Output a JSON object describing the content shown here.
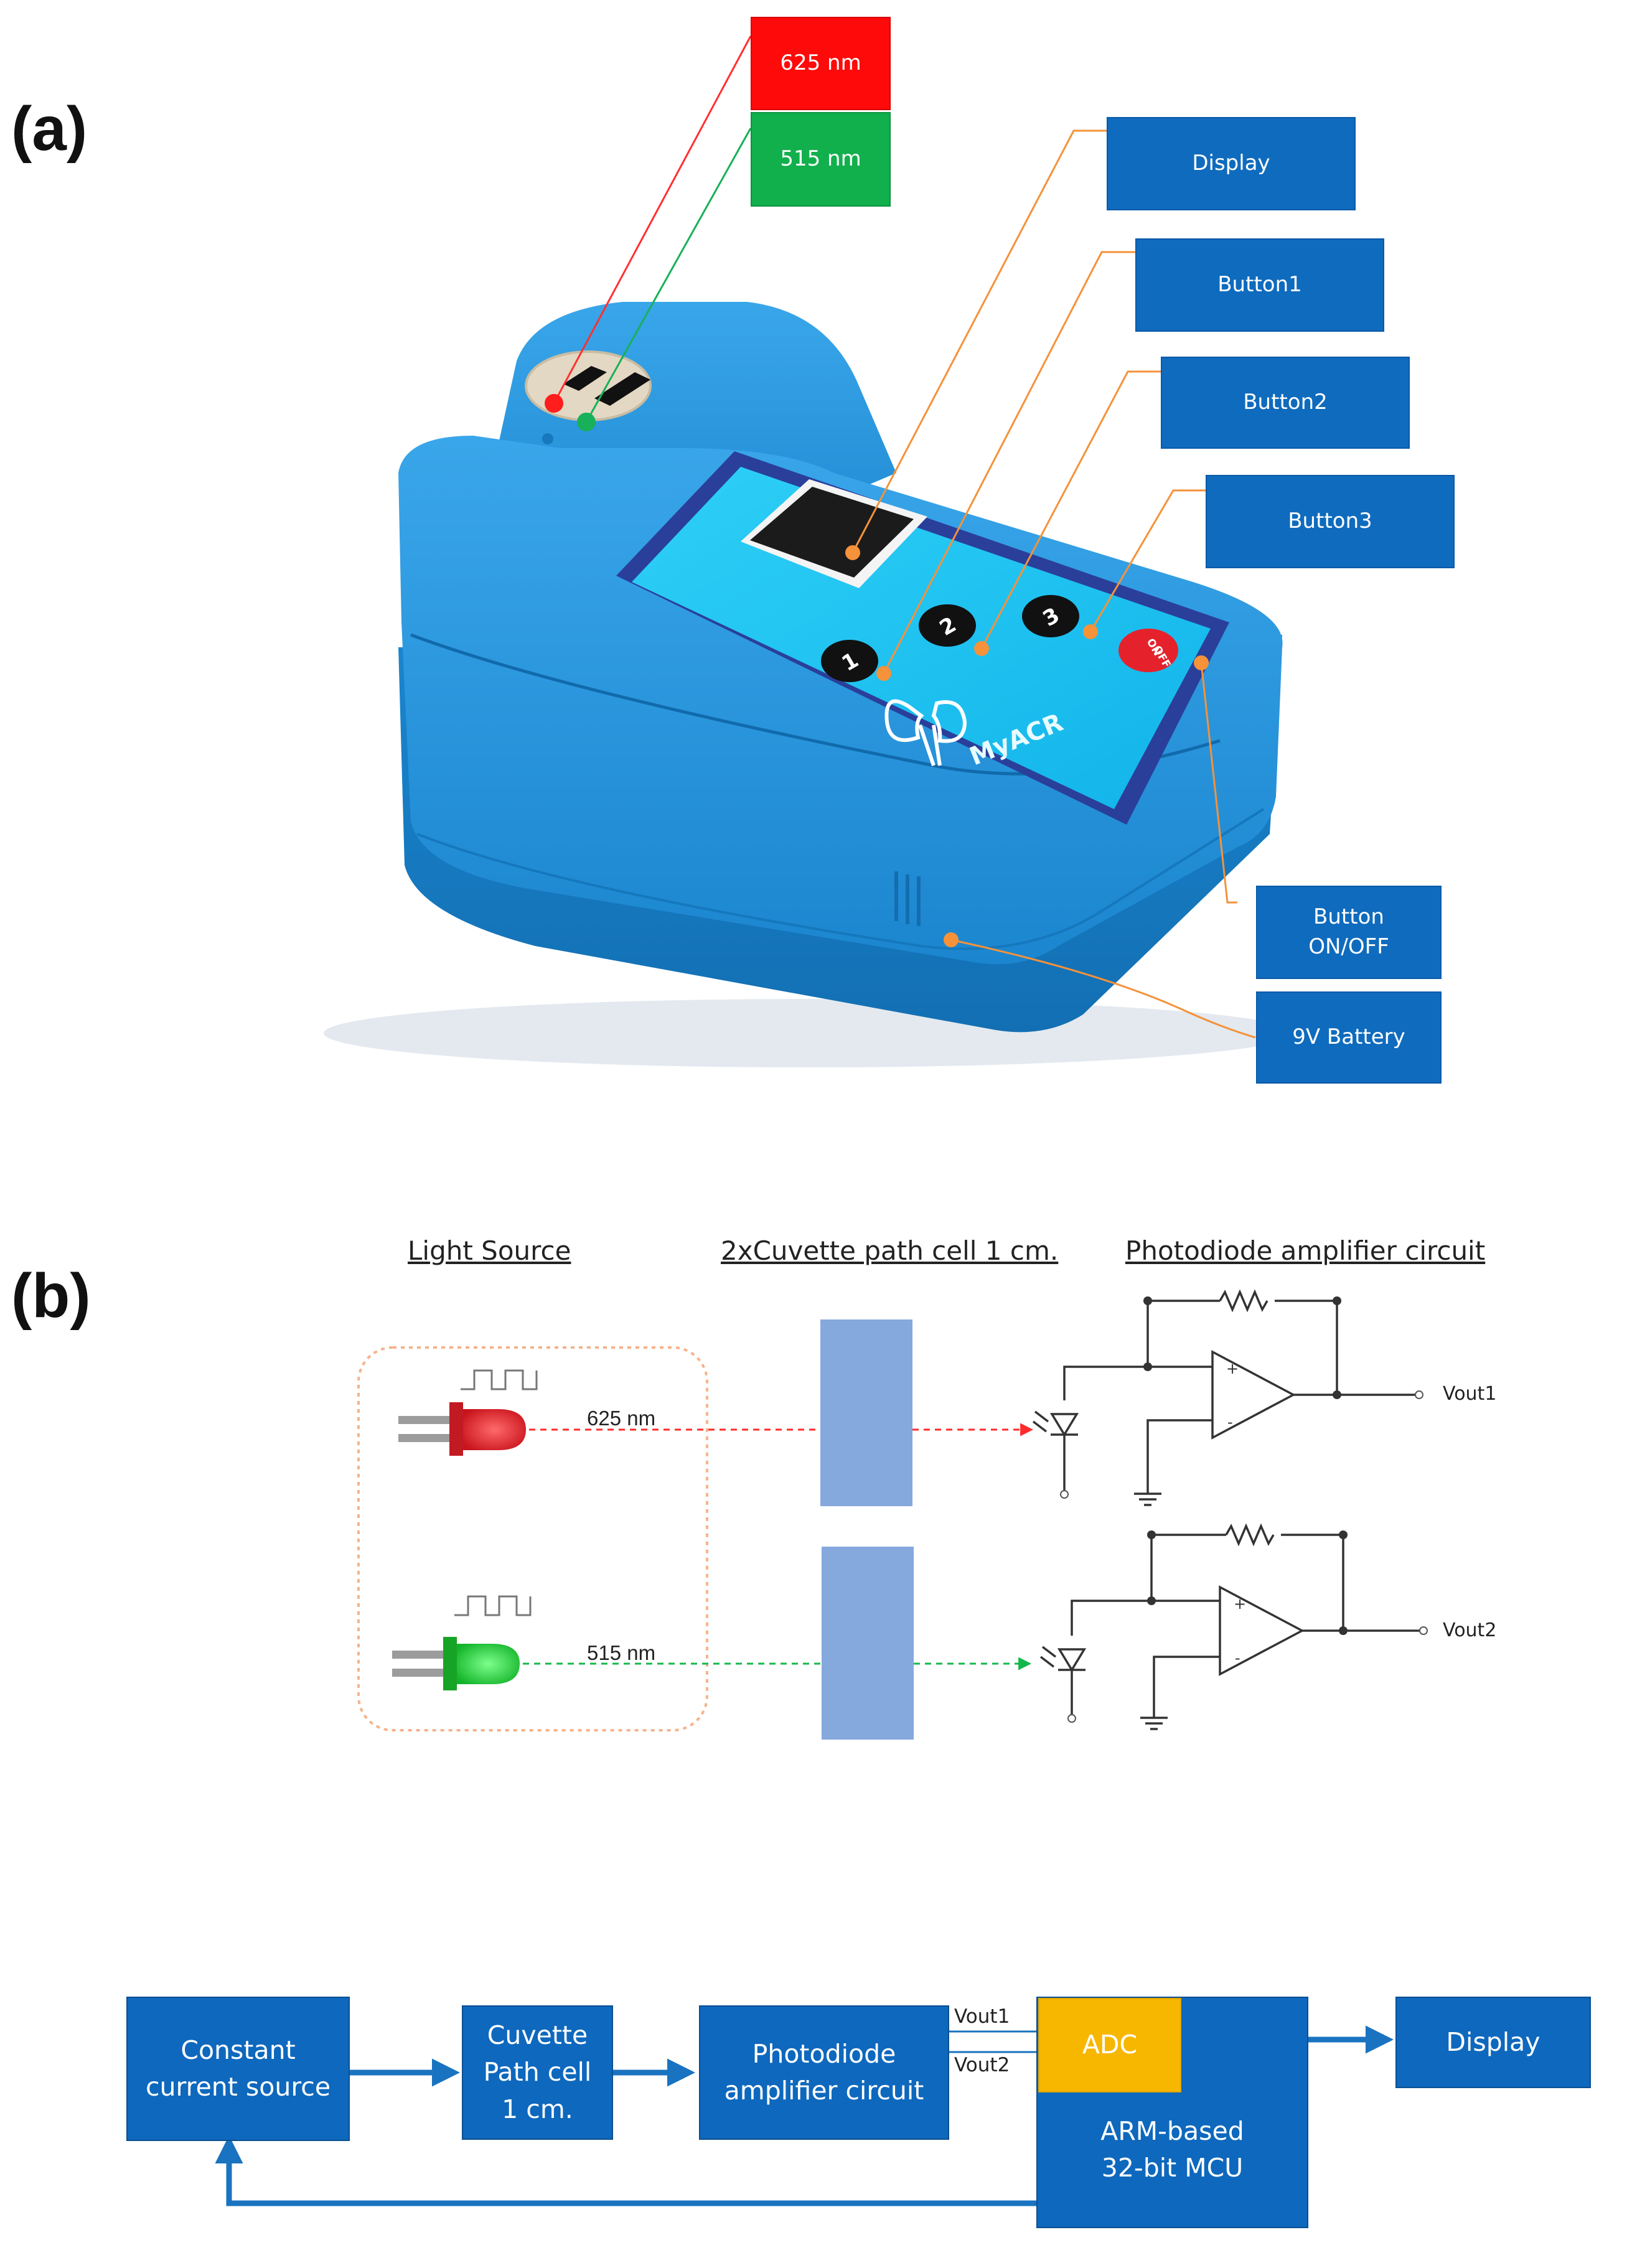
{
  "panel_a": {
    "letter": "(a)",
    "device_name": "MyACR",
    "keys": {
      "k1": "1",
      "k2": "2",
      "k3": "3",
      "on": "ON",
      "off": "OFF"
    },
    "labels": {
      "red_wavelength": "625 nm",
      "green_wavelength": "515 nm",
      "display": "Display",
      "button1": "Button1",
      "button2": "Button2",
      "button3": "Button3",
      "button_onoff_line1": "Button",
      "button_onoff_line2": "ON/OFF",
      "battery": "9V Battery"
    },
    "colors": {
      "device_blue": "#1e8fd6",
      "label_blue": "#0f6bbd",
      "red": "#ff1111",
      "green": "#0fb04a",
      "callout_orange": "#f5923a"
    }
  },
  "panel_b": {
    "letter": "(b)",
    "headers": {
      "light_source": "Light Source",
      "cuvette": "2xCuvette path cell 1 cm.",
      "amplifier": "Photodiode amplifier circuit"
    },
    "wavelengths": {
      "red": "625 nm",
      "green": "515 nm"
    },
    "outputs": {
      "vout1": "Vout1",
      "vout2": "Vout2"
    },
    "opamp_signs": {
      "plus": "+",
      "minus": "-"
    },
    "colors": {
      "cuvette": "#85a8dd",
      "red_beam": "#ff2a2a",
      "green_beam": "#14b84a",
      "source_box": "#f5b38a"
    }
  },
  "block_diagram": {
    "blocks": {
      "current_source": [
        "Constant",
        "current source"
      ],
      "cuvette": [
        "Cuvette",
        "Path cell",
        "1 cm."
      ],
      "amplifier": [
        "Photodiode",
        "amplifier circuit"
      ],
      "adc": "ADC",
      "mcu": [
        "ARM-based",
        "32-bit MCU"
      ],
      "display": "Display"
    },
    "signals": {
      "vout1": "Vout1",
      "vout2": "Vout2"
    },
    "colors": {
      "block_blue": "#0e68bd",
      "adc_yellow": "#f7b700",
      "arrow": "#1a73c0"
    }
  }
}
